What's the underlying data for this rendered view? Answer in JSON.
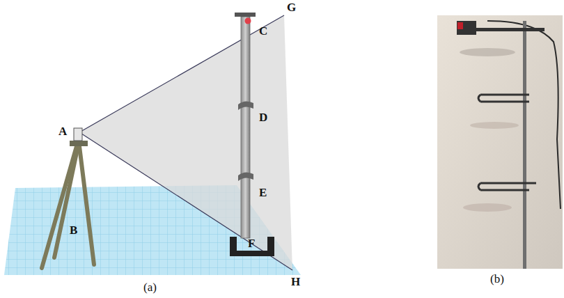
{
  "diagram": {
    "labels": [
      "A",
      "B",
      "C",
      "D",
      "E",
      "F",
      "G",
      "H",
      "(a)",
      "(b)"
    ]
  }
}
